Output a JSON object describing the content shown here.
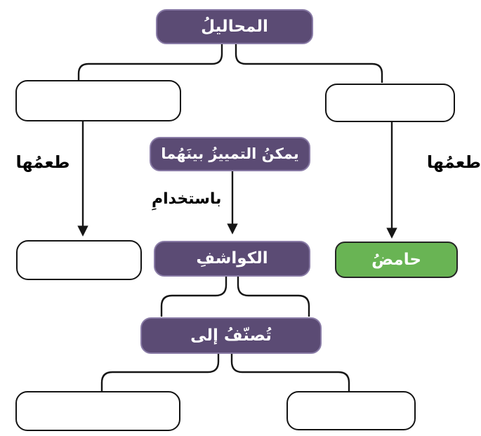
{
  "diagram": {
    "colors": {
      "node_purple": "#5b4b74",
      "node_purple_border": "#897ba6",
      "node_green": "#69b454",
      "node_green_border": "#242424",
      "line_black": "#161616",
      "blank_fill": "#ffffff"
    },
    "nodes": {
      "root": {
        "label": "المحاليلُ"
      },
      "top_left_blank": {
        "label": ""
      },
      "top_right_blank": {
        "label": ""
      },
      "distinguish": {
        "label": "يمكنُ التمييزُ بينَهُما"
      },
      "mid_left_blank": {
        "label": ""
      },
      "indicators": {
        "label": "الكواشفِ"
      },
      "acid": {
        "label": "حامضُ"
      },
      "classified": {
        "label": "تُصنّفُ إلى"
      },
      "bottom_left_blank": {
        "label": ""
      },
      "bottom_right_blank": {
        "label": ""
      }
    },
    "edge_labels": {
      "taste_left": {
        "label": "طعمُها"
      },
      "taste_right": {
        "label": "طعمُها"
      },
      "using": {
        "label": "باستخدامِ"
      }
    }
  }
}
